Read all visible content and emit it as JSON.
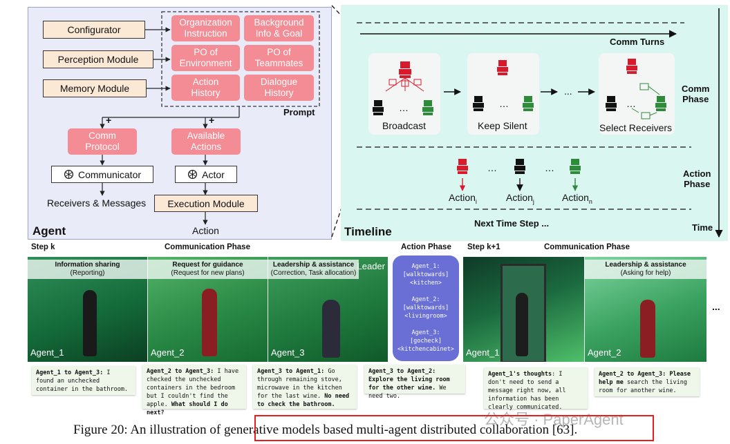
{
  "agent": {
    "configurator": "Configurator",
    "perception": "Perception Module",
    "memory": "Memory Module",
    "prompt_items": [
      "Organization\nInstruction",
      "Background\nInfo & Goal",
      "PO of\nEnvironment",
      "PO of\nTeammates",
      "Action\nHistory",
      "Dialogue\nHistory"
    ],
    "prompt_label": "Prompt",
    "comm_protocol": "Comm\nProtocol",
    "available_actions": "Available\nActions",
    "communicator": "Communicator",
    "actor": "Actor",
    "receivers": "Receivers & Messages",
    "execution": "Execution Module",
    "action": "Action",
    "plus": "+",
    "title": "Agent"
  },
  "timeline": {
    "comm_turns": "Comm Turns",
    "comm_phase": "Comm\nPhase",
    "broadcast": "Broadcast",
    "keep_silent": "Keep Silent",
    "select_receivers": "Select Receivers",
    "action_phase": "Action\nPhase",
    "action_i": "Action",
    "sub_i": "i",
    "action_j": "Action",
    "sub_j": "j",
    "action_n": "Action",
    "sub_n": "n",
    "next_step": "Next Time Step ...",
    "time": "Time",
    "title": "Timeline",
    "dots": "..."
  },
  "lower": {
    "step_k": "Step k",
    "comm_phase": "Communication Phase",
    "action_phase": "Action Phase",
    "step_k1": "Step k+1",
    "comm_phase2": "Communication Phase",
    "leader": "Leader",
    "ellipsis": "...",
    "shots": [
      {
        "tag1": "Information sharing",
        "tag2": "(Reporting)",
        "agent": "Agent_1"
      },
      {
        "tag1": "Request for guidance",
        "tag2": "(Request for new plans)",
        "agent": "Agent_2"
      },
      {
        "tag1": "Leadership & assistance",
        "tag2": "(Correction, Task allocation)",
        "agent": "Agent_3"
      },
      {
        "tag1": "",
        "tag2": "",
        "agent": "Agent_1"
      },
      {
        "tag1": "Leadership & assistance",
        "tag2": "(Asking for help)",
        "agent": "Agent_2"
      }
    ],
    "actions": [
      {
        "who": "Agent_1:",
        "verb": "[walktowards]",
        "obj": "<kitchen>"
      },
      {
        "who": "Agent_2:",
        "verb": "[walktowards]",
        "obj": "<livingroom>"
      },
      {
        "who": "Agent_3:",
        "verb": "[gocheck]",
        "obj": "<kitchencabinet>"
      }
    ],
    "bubbles": [
      {
        "head": "Agent_1 to Agent_3:",
        "body": " I found an unchecked container in the bathroom.",
        "tail": ""
      },
      {
        "head": "Agent_2 to Agent_3:",
        "body": " I have checked the unchecked containers in the bedroom but I couldn't find the apple. ",
        "tail": "What should I do next?"
      },
      {
        "head": "Agent_3 to Agent_1:",
        "body": " Go through remaining stove, microwave in the kitchen for the last wine. ",
        "tail": "No need to check the bathroom."
      },
      {
        "head": "Agent_3 to Agent_2: Explore the living room for the other wine.",
        "body": " We need two.",
        "tail": ""
      },
      {
        "head": "Agent_1's thoughts",
        "body": ": I don't need to send a message right now, all information has been clearly communicated.",
        "tail": ""
      },
      {
        "head": "Agent_2 to Agent_3: Please help me",
        "body": " search the living room for another wine.",
        "tail": ""
      }
    ]
  },
  "caption": {
    "prefix": "Figure 20: An illustration of ",
    "highlight": "generative models based multi-agent distributed collaboration",
    "suffix": " [63]."
  },
  "watermark": "公众号 · PaperAgent",
  "colors": {
    "pink": "#f38c94",
    "cream": "#fbe9d6",
    "agent_bg": "#e9ebf8",
    "timeline_bg": "#d9f6f1",
    "action_card": "#6a6fd6",
    "highlight_box": "#e81c1c",
    "robot_red": "#d81b2c",
    "robot_green": "#2e8b3a"
  }
}
